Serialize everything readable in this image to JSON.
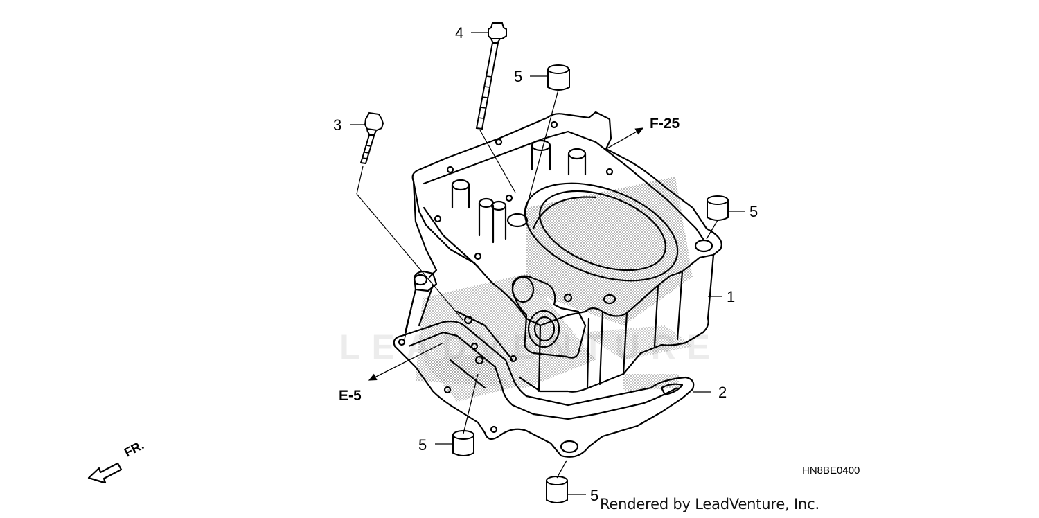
{
  "callouts": {
    "part1": "1",
    "part2": "2",
    "part3": "3",
    "part4": "4",
    "part5_top": "5",
    "part5_right": "5",
    "part5_lower_left": "5",
    "part5_bottom": "5"
  },
  "refs": {
    "f25": "F-25",
    "e5": "E-5"
  },
  "front_indicator": "FR.",
  "diagram_code": "HN8BE0400",
  "credit": "Rendered by LeadVenture, Inc.",
  "watermark": "LEADVENTURE",
  "colors": {
    "ink": "#000000",
    "dots": "#8a8a8a",
    "background": "#ffffff"
  }
}
